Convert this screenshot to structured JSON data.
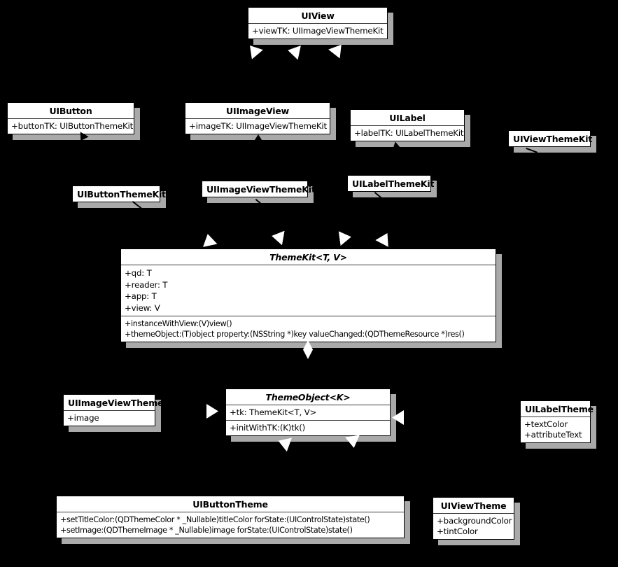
{
  "colors": {
    "background": "#000000",
    "box_fill": "#ffffff",
    "box_border": "#000000",
    "shadow": "#a9a9a9",
    "text": "#000000",
    "arrowhead_fill": "#ffffff"
  },
  "icons": {
    "inheritance_arrowhead": "hollow-white-triangle",
    "aggregation_diamond": "hollow-white-diamond",
    "association_arrowhead": "black-triangle"
  },
  "classes": [
    {
      "id": "uiview",
      "name": "UIView",
      "italic": false,
      "attributes": [
        "+viewTK: UIImageViewThemeKit"
      ],
      "methods": []
    },
    {
      "id": "uibutton",
      "name": "UIButton",
      "italic": false,
      "attributes": [
        "+buttonTK: UIButtonThemeKit"
      ],
      "methods": []
    },
    {
      "id": "uiimageview",
      "name": "UIImageView",
      "italic": false,
      "attributes": [
        "+imageTK: UIImageViewThemeKit"
      ],
      "methods": []
    },
    {
      "id": "uilabel",
      "name": "UILabel",
      "italic": false,
      "attributes": [
        "+labelTK: UILabelThemeKit"
      ],
      "methods": []
    },
    {
      "id": "uiviewthemekit",
      "name": "UIViewThemeKit",
      "italic": false,
      "attributes": [],
      "methods": []
    },
    {
      "id": "uibuttonthemekit",
      "name": "UIButtonThemeKit",
      "italic": false,
      "attributes": [],
      "methods": []
    },
    {
      "id": "uiimageviewthemekit",
      "name": "UIImageViewThemeKit",
      "italic": false,
      "attributes": [],
      "methods": []
    },
    {
      "id": "uilabelthemekit",
      "name": "UILabelThemeKit",
      "italic": false,
      "attributes": [],
      "methods": []
    },
    {
      "id": "themekit",
      "name": "ThemeKit<T, V>",
      "italic": true,
      "attributes": [
        "+qd: T",
        "+reader: T",
        "+app: T",
        "+view: V"
      ],
      "methods": [
        "+instanceWithView:(V)view()",
        "+themeObject:(T)object property:(NSString *)key valueChanged:(QDThemeResource *)res()"
      ]
    },
    {
      "id": "themeobject",
      "name": "ThemeObject<K>",
      "italic": true,
      "attributes": [
        "+tk: ThemeKit<T, V>"
      ],
      "methods": [
        "+initWithTK:(K)tk()"
      ]
    },
    {
      "id": "uiimageviewtheme",
      "name": "UIImageViewTheme",
      "italic": false,
      "attributes": [
        "+image"
      ],
      "methods": []
    },
    {
      "id": "uilabeltheme",
      "name": "UILabelTheme",
      "italic": false,
      "attributes": [
        "+textColor",
        "+attributeText"
      ],
      "methods": []
    },
    {
      "id": "uibuttontheme",
      "name": "UIButtonTheme",
      "italic": false,
      "attributes": [],
      "methods": [
        "+setTitleColor:(QDThemeColor * _Nullable)titleColor forState:(UIControlState)state()",
        "+setImage:(QDThemeImage * _Nullable)image forState:(UIControlState)state()"
      ]
    },
    {
      "id": "uiviewtheme",
      "name": "UIViewTheme",
      "italic": false,
      "attributes": [
        "+backgroundColor",
        "+tintColor"
      ],
      "methods": []
    }
  ],
  "relationships": [
    "UIButton, UIImageView, UILabel inherit UIView (hollow arrowheads below UIView)",
    "UIButtonThemeKit, UIImageViewThemeKit, UILabelThemeKit, UIViewThemeKit relate to ThemeKit<T, V> (hollow arrowheads above ThemeKit)",
    "ThemeKit<T, V> aggregation diamond toward ThemeObject<K>",
    "UIImageViewTheme, UILabelTheme, UIButtonTheme, UIViewTheme connect to ThemeObject<K> (arrowheads on its sides and bottom)"
  ]
}
